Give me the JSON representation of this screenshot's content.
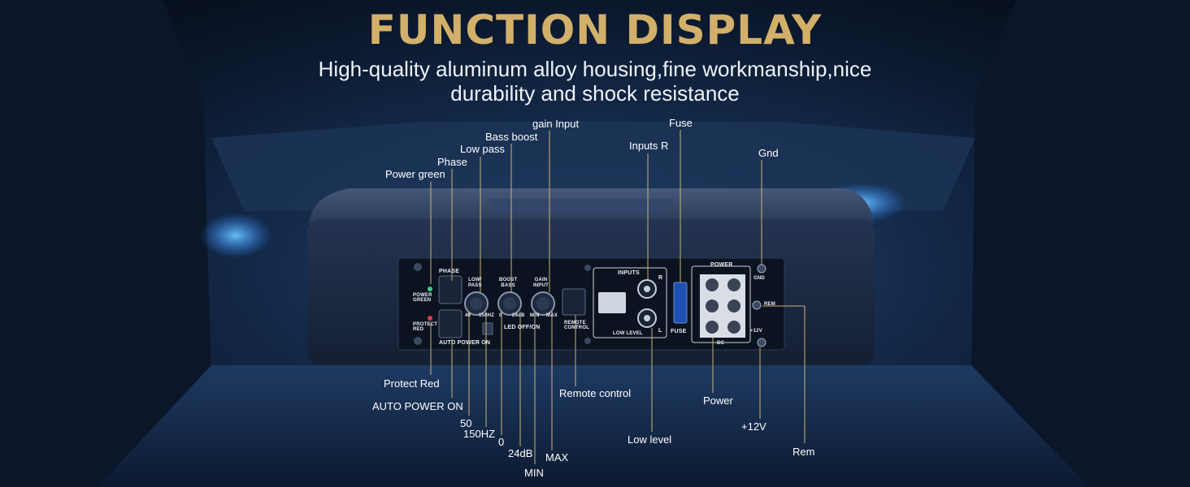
{
  "header": {
    "title": "FUNCTION DISPLAY",
    "subtitle_line1": "High-quality aluminum alloy housing,fine workmanship,nice",
    "subtitle_line2": "durability and shock resistance"
  },
  "colors": {
    "title": "#d2b06a",
    "callout_line": "#c9b17a",
    "led_green": "#3fd08a",
    "led_red": "#e04040",
    "glow": "#3fa8ff"
  },
  "callouts": {
    "power_green": "Power green",
    "phase": "Phase",
    "low_pass": "Low pass",
    "bass_boost": "Bass boost",
    "gain_input": "gain Input",
    "inputs_r": "Inputs R",
    "fuse": "Fuse",
    "gnd": "Gnd",
    "protect_red": "Protect Red",
    "auto_power_on": "AUTO POWER ON",
    "freq_50": "50",
    "freq_150": "150HZ",
    "boost_0": "0",
    "boost_24": "24dB",
    "gain_min": "MIN",
    "gain_max": "MAX",
    "remote_control": "Remote control",
    "low_level": "Low level",
    "power": "Power",
    "plus12v": "+12V",
    "rem": "Rem"
  },
  "panel": {
    "phase": "PHASE",
    "low_pass": "LOW/\nPASS",
    "boost_bass": "BOOST\nBASS",
    "gain_input": "GAIN\nINPUT",
    "power_green": "POWER\nGREEN",
    "protect_red": "PROTECT\nRED",
    "auto_power_on": "AUTO POWER ON",
    "led_off_on": "LED OFF/ON",
    "freq_min": "40",
    "freq_max": "150HZ",
    "boost_min": "0",
    "boost_max": "24dB",
    "gain_min": "MIN",
    "gain_max": "MAX",
    "remote_control": "REMOTE\nCONTROL",
    "inputs": "INPUTS",
    "r": "R",
    "l": "L",
    "low_level": "LOW LEVEL",
    "fuse": "FUSE",
    "power": "POWER",
    "gnd": "GND",
    "plus12v": "+12V",
    "dc": "DC",
    "rem": "REM"
  }
}
